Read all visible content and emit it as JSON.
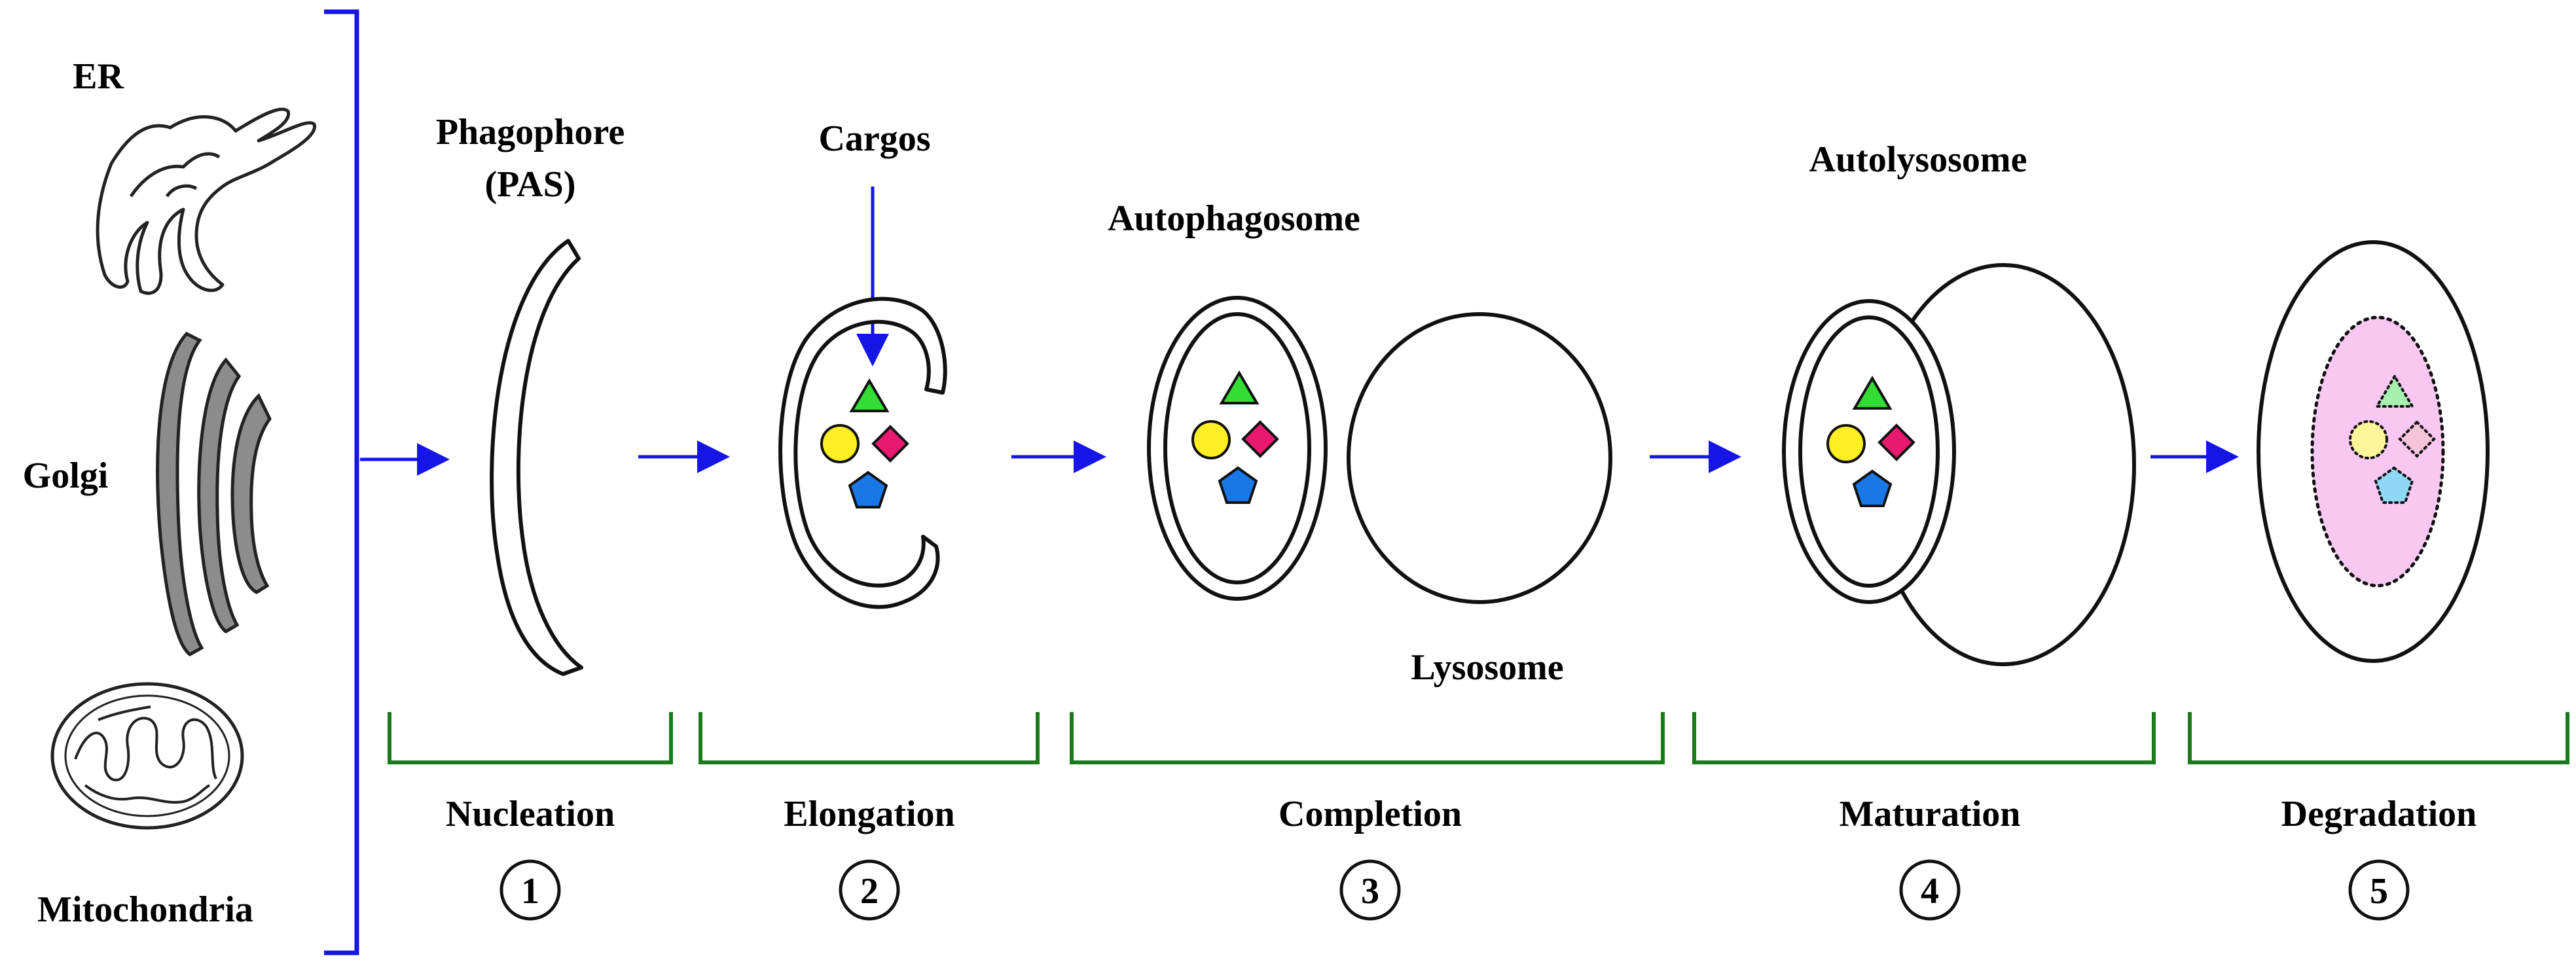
{
  "organelles": {
    "er": "ER",
    "golgi": "Golgi",
    "mitochondria": "Mitochondria"
  },
  "structures": {
    "phagophore_line1": "Phagophore",
    "phagophore_line2": "(PAS)",
    "cargos": "Cargos",
    "autophagosome": "Autophagosome",
    "lysosome": "Lysosome",
    "autolysosome": "Autolysosome"
  },
  "stages": [
    {
      "name": "Nucleation",
      "number": "1"
    },
    {
      "name": "Elongation",
      "number": "2"
    },
    {
      "name": "Completion",
      "number": "3"
    },
    {
      "name": "Maturation",
      "number": "4"
    },
    {
      "name": "Degradation",
      "number": "5"
    }
  ],
  "colors": {
    "bracket_blue": "#1515e6",
    "arrow_blue": "#1515e6",
    "stage_bracket_green": "#1b7a1b",
    "triangle": "#33dd33",
    "circle": "#ffee22",
    "diamond": "#e8196e",
    "pentagon": "#1a78e6",
    "degraded_fill": "#f8c8f2",
    "golgi_fill": "#8c8c8c"
  }
}
